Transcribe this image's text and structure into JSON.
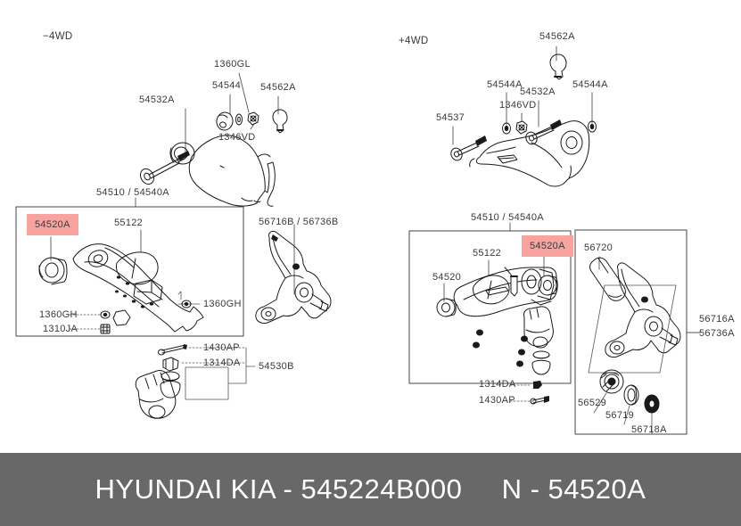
{
  "page": {
    "background": "#ffffff",
    "highlight_color": "#f9a3a0",
    "line_color": "#1a1a1a",
    "text_color": "#3a3a3a",
    "footer_bg": "#686868"
  },
  "footer": {
    "brand": "HYUNDAI  KIA -",
    "part_number": "545224B000",
    "ref_prefix": "N -",
    "ref_number": "54520A"
  },
  "left_diagram": {
    "title": "−4WD",
    "labels": {
      "upper_arm_bolt": "54532A",
      "bushing": "54544",
      "nut_1360gl": "1360GL",
      "washer_1346vd": "1346VD",
      "stopper": "54562A",
      "lower_arm_group": "54510 / 54540A",
      "bush_highlight": "54520A",
      "arm_cover": "55122",
      "nut_1360gh_left": "1360GH",
      "nut_1310ja": "1310JA",
      "nut_1360gh_right": "1360GH",
      "knuckle": "56716B / 56736B",
      "cotter_pin": "1430AP",
      "castle_nut": "1314DA",
      "ball_joint_group": "54530B"
    }
  },
  "right_diagram": {
    "title": "+4WD",
    "labels": {
      "stopper": "54562A",
      "bushing_left": "54544A",
      "upper_arm_bolt": "54532A",
      "bushing_right": "54544A",
      "washer_1346vd": "1346VD",
      "bolt_54537": "54537",
      "lower_arm_group": "54510 / 54540A",
      "bush_54520": "54520",
      "arm_cover": "55122",
      "bush_highlight": "54520A",
      "castle_nut": "1314DA",
      "cotter_pin": "1430AP",
      "tie_rod_56720": "56720",
      "knuckle": "56716A\n56736A",
      "knuckle_line1": "56716A",
      "knuckle_line2": "56736A",
      "seal_56529": "56529",
      "seal_56719": "56719",
      "bush_56718a": "56718A"
    }
  }
}
